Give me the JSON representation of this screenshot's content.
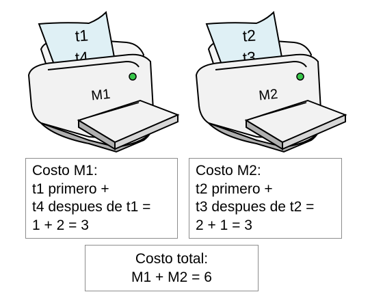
{
  "printers": [
    {
      "id": "m1",
      "machine_label": "M1",
      "paper_lines": [
        "t1",
        "t4"
      ],
      "cost_box": {
        "lines": [
          "Costo M1:",
          "t1 primero +",
          "t4 despues de t1 =",
          "1 + 2 = 3"
        ]
      }
    },
    {
      "id": "m2",
      "machine_label": "M2",
      "paper_lines": [
        "t2",
        "t3"
      ],
      "cost_box": {
        "lines": [
          "Costo M2:",
          "t2 primero +",
          "t3 despues de t2 =",
          "2 + 1 = 3"
        ]
      }
    }
  ],
  "total_box": {
    "lines": [
      "Costo total:",
      "M1 + M2 = 6"
    ]
  },
  "colors": {
    "paper": "#dff0f5",
    "printer_body": "#f2f2f2",
    "shadow": "#b0b0b0",
    "led": "#38c64a",
    "box_border": "#8c8c8c"
  },
  "icons": [
    "printer-icon",
    "paper-sheet-icon",
    "power-led-icon"
  ]
}
